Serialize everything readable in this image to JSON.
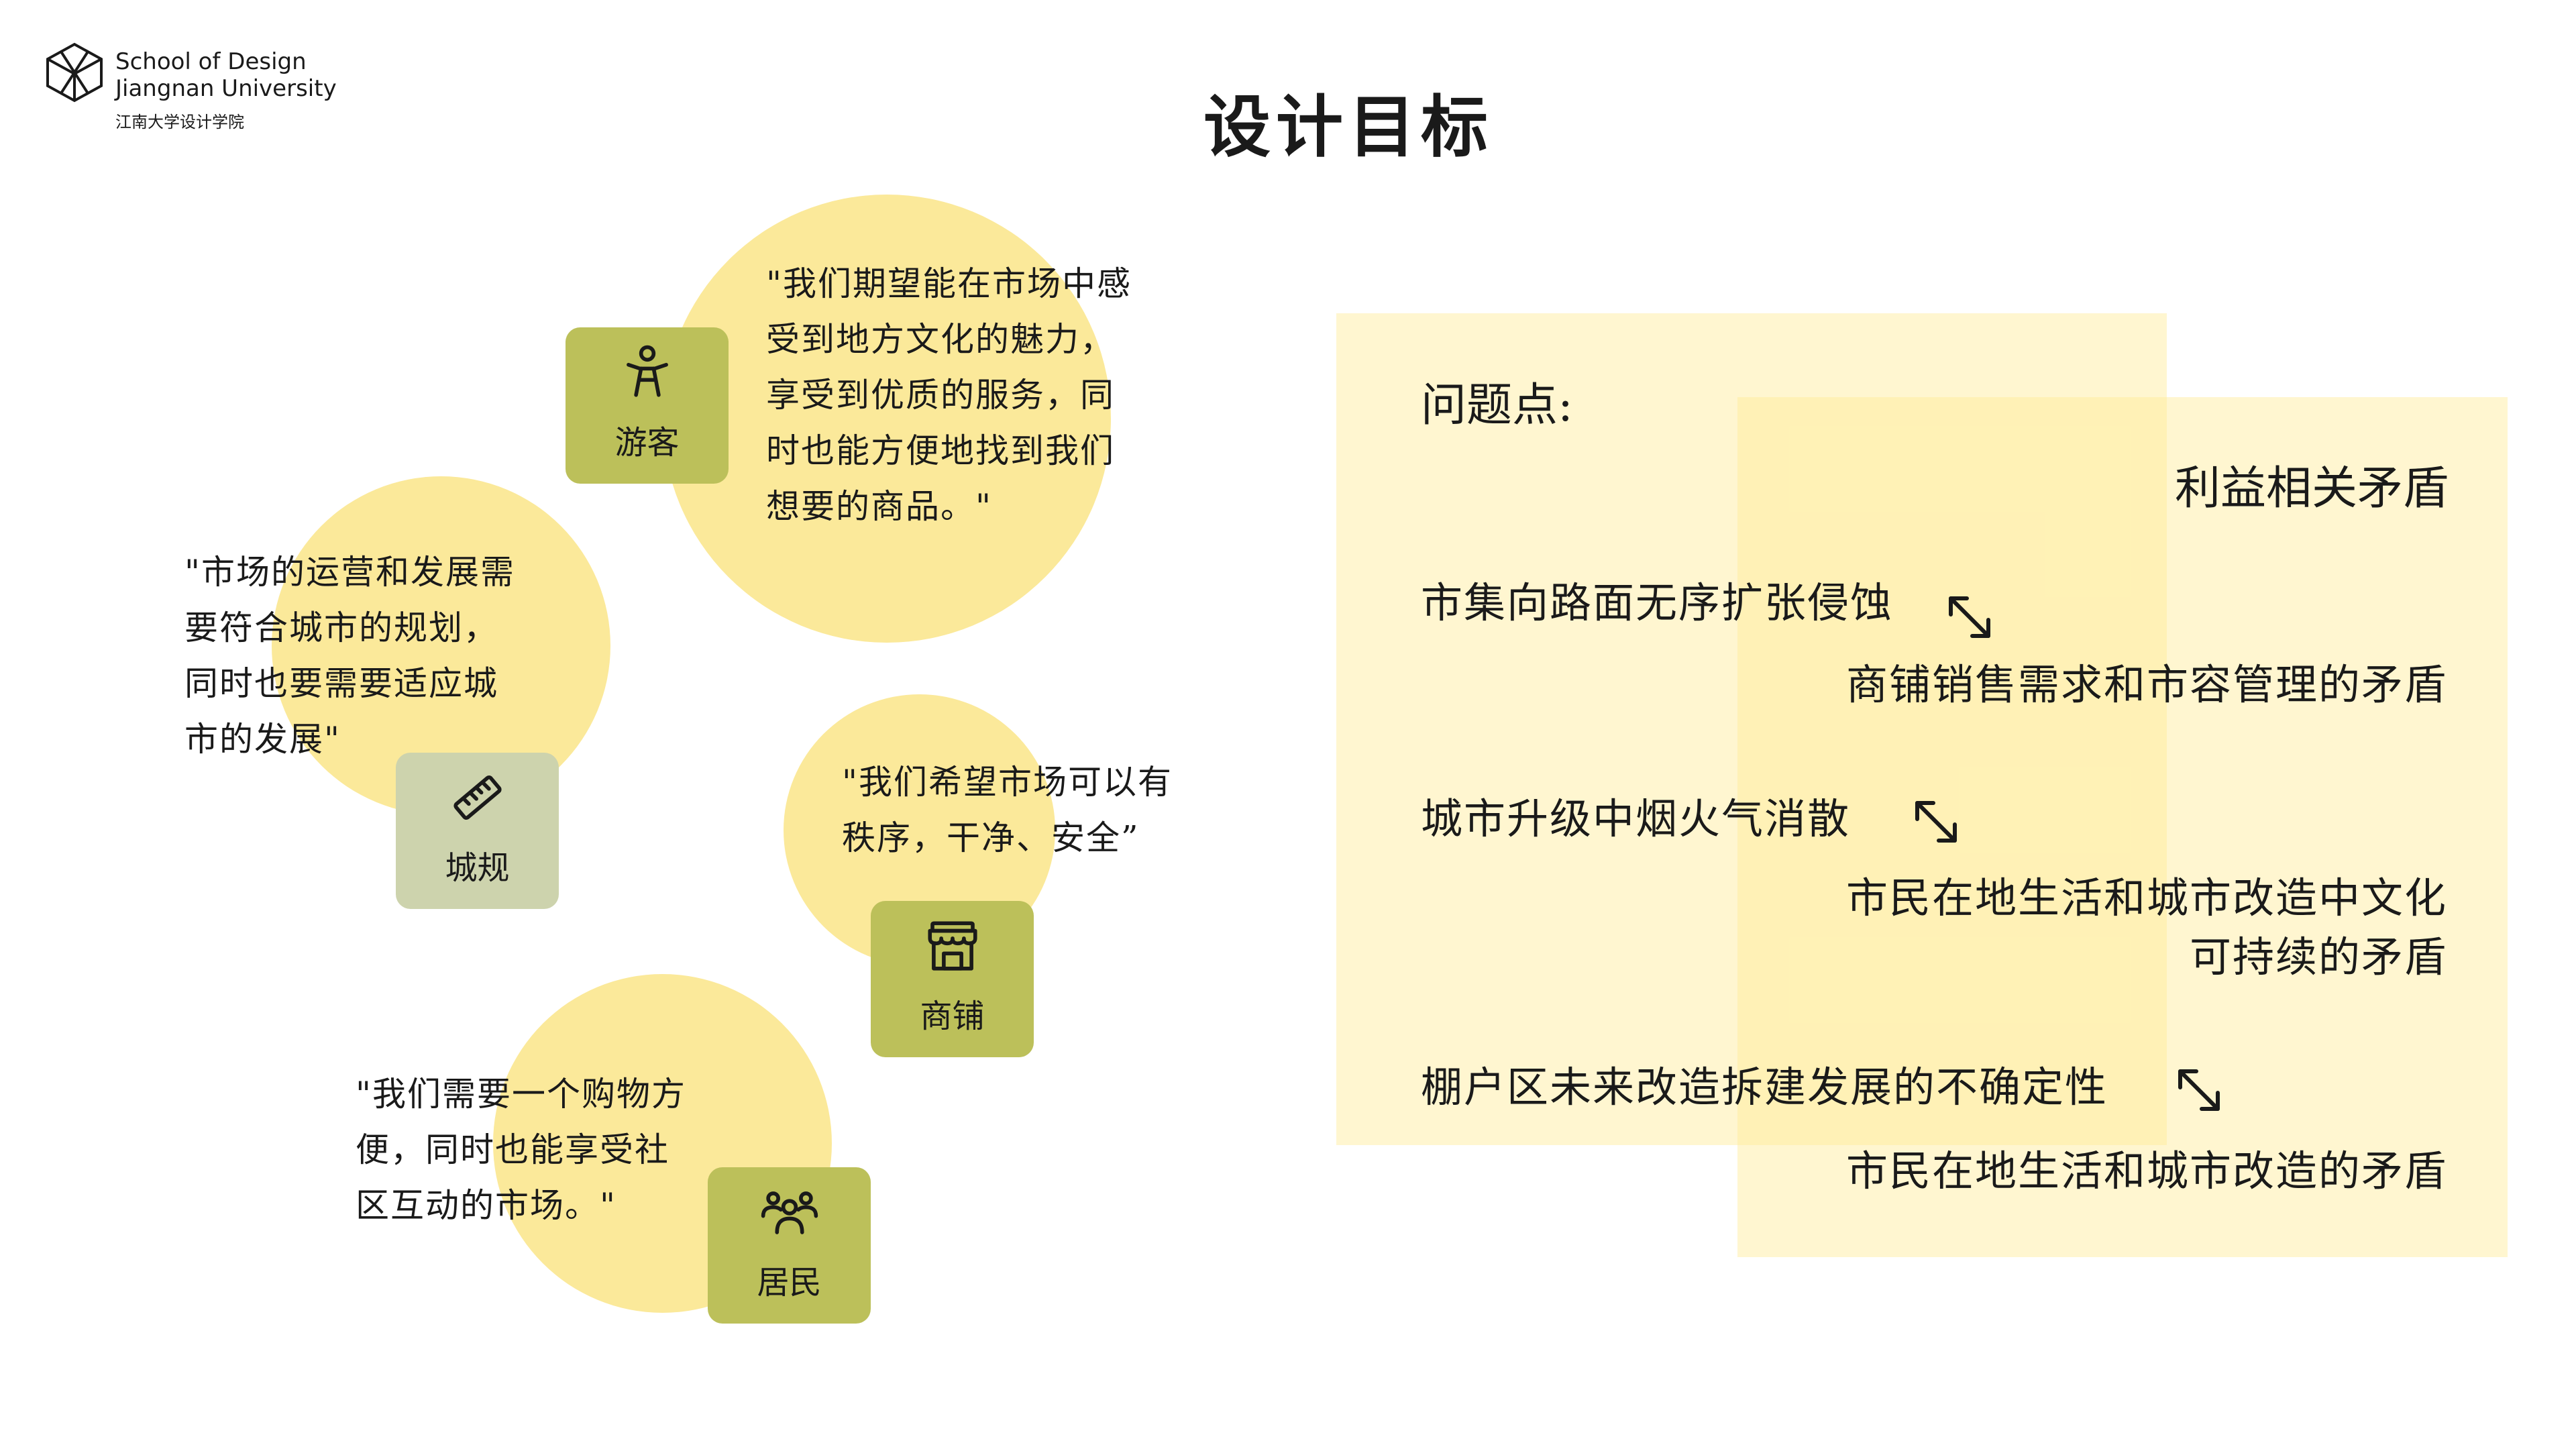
{
  "logo": {
    "line1": "School of Design",
    "line2": "Jiangnan University",
    "line3": "江南大学设计学院",
    "icon": "cube-logo-icon"
  },
  "title": "设计目标",
  "stakeholders": [
    {
      "label": "游客",
      "icon": "person-icon",
      "quote": [
        "\"我们期望能在市场中感",
        "受到地方文化的魅力，",
        "享受到优质的服务，同",
        "时也能方便地找到我们",
        "想要的商品。\""
      ]
    },
    {
      "label": "城规",
      "icon": "ruler-icon",
      "quote": [
        "\"市场的运营和发展需",
        "要符合城市的规划，",
        "同时也要需要适应城",
        "市的发展\""
      ]
    },
    {
      "label": "商铺",
      "icon": "storefront-icon",
      "quote": [
        "\"我们希望市场可以有",
        "秩序，干净、安全”"
      ]
    },
    {
      "label": "居民",
      "icon": "group-icon",
      "quote": [
        "\"我们需要一个购物方",
        "便，同时也能享受社",
        "区互动的市场。\""
      ]
    }
  ],
  "issues": {
    "heading": "问题点:",
    "subheading": "利益相关矛盾",
    "items": [
      {
        "problem": "市集向路面无序扩张侵蚀",
        "conflict": [
          "商铺销售需求和市容管理的矛盾"
        ]
      },
      {
        "problem": "城市升级中烟火气消散",
        "conflict": [
          "市民在地生活和城市改造中文化",
          "可持续的矛盾"
        ]
      },
      {
        "problem": "棚户区未来改造拆建发展的不确定性",
        "conflict": [
          "市民在地生活和城市改造的矛盾"
        ]
      }
    ]
  },
  "colors": {
    "circle": "#fbe99a",
    "card_green": "#bcc05a",
    "card_gray": "#cdd3ad",
    "panel": "#fff3b8"
  }
}
